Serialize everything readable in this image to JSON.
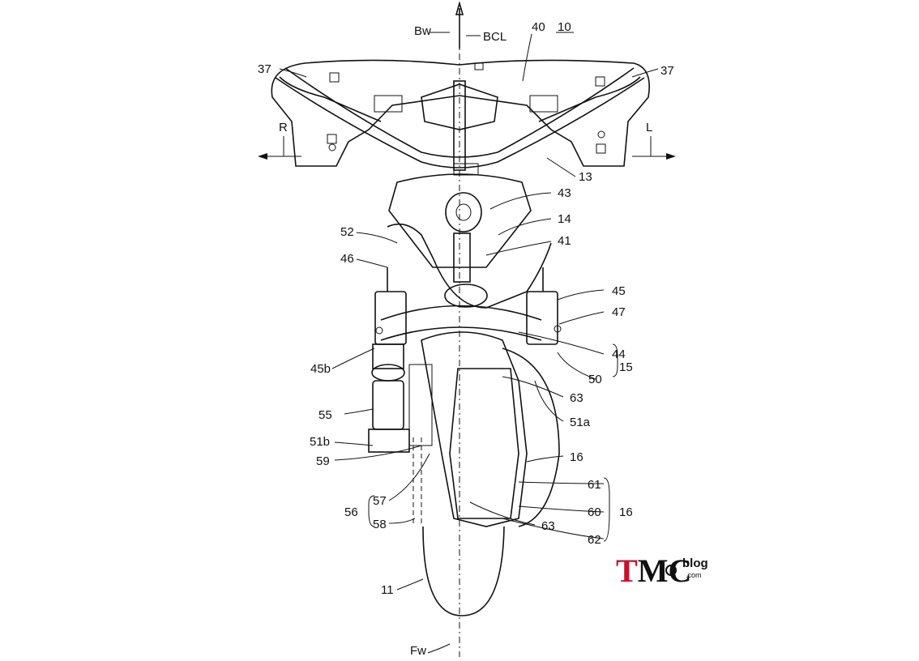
{
  "directions": {
    "rear": "Bw",
    "front": "Fw",
    "center": "BCL",
    "right": "R",
    "left": "L"
  },
  "labels": {
    "l10": "10",
    "l11": "11",
    "l13": "13",
    "l14": "14",
    "l15": "15",
    "l16a": "16",
    "l16b": "16",
    "l37a": "37",
    "l37b": "37",
    "l40": "40",
    "l41": "41",
    "l43": "43",
    "l44": "44",
    "l45": "45",
    "l45b": "45b",
    "l46": "46",
    "l47": "47",
    "l50": "50",
    "l51a": "51a",
    "l51b": "51b",
    "l52": "52",
    "l55": "55",
    "l56": "56",
    "l57": "57",
    "l58": "58",
    "l59": "59",
    "l60": "60",
    "l61": "61",
    "l62": "62",
    "l63a": "63",
    "l63b": "63"
  },
  "watermark": {
    "brand": "TMC",
    "blog": "blog",
    "domain": ".com",
    "colors": {
      "t": "#c8102e",
      "mc": "#111111",
      "blog": "#e0a800"
    }
  }
}
